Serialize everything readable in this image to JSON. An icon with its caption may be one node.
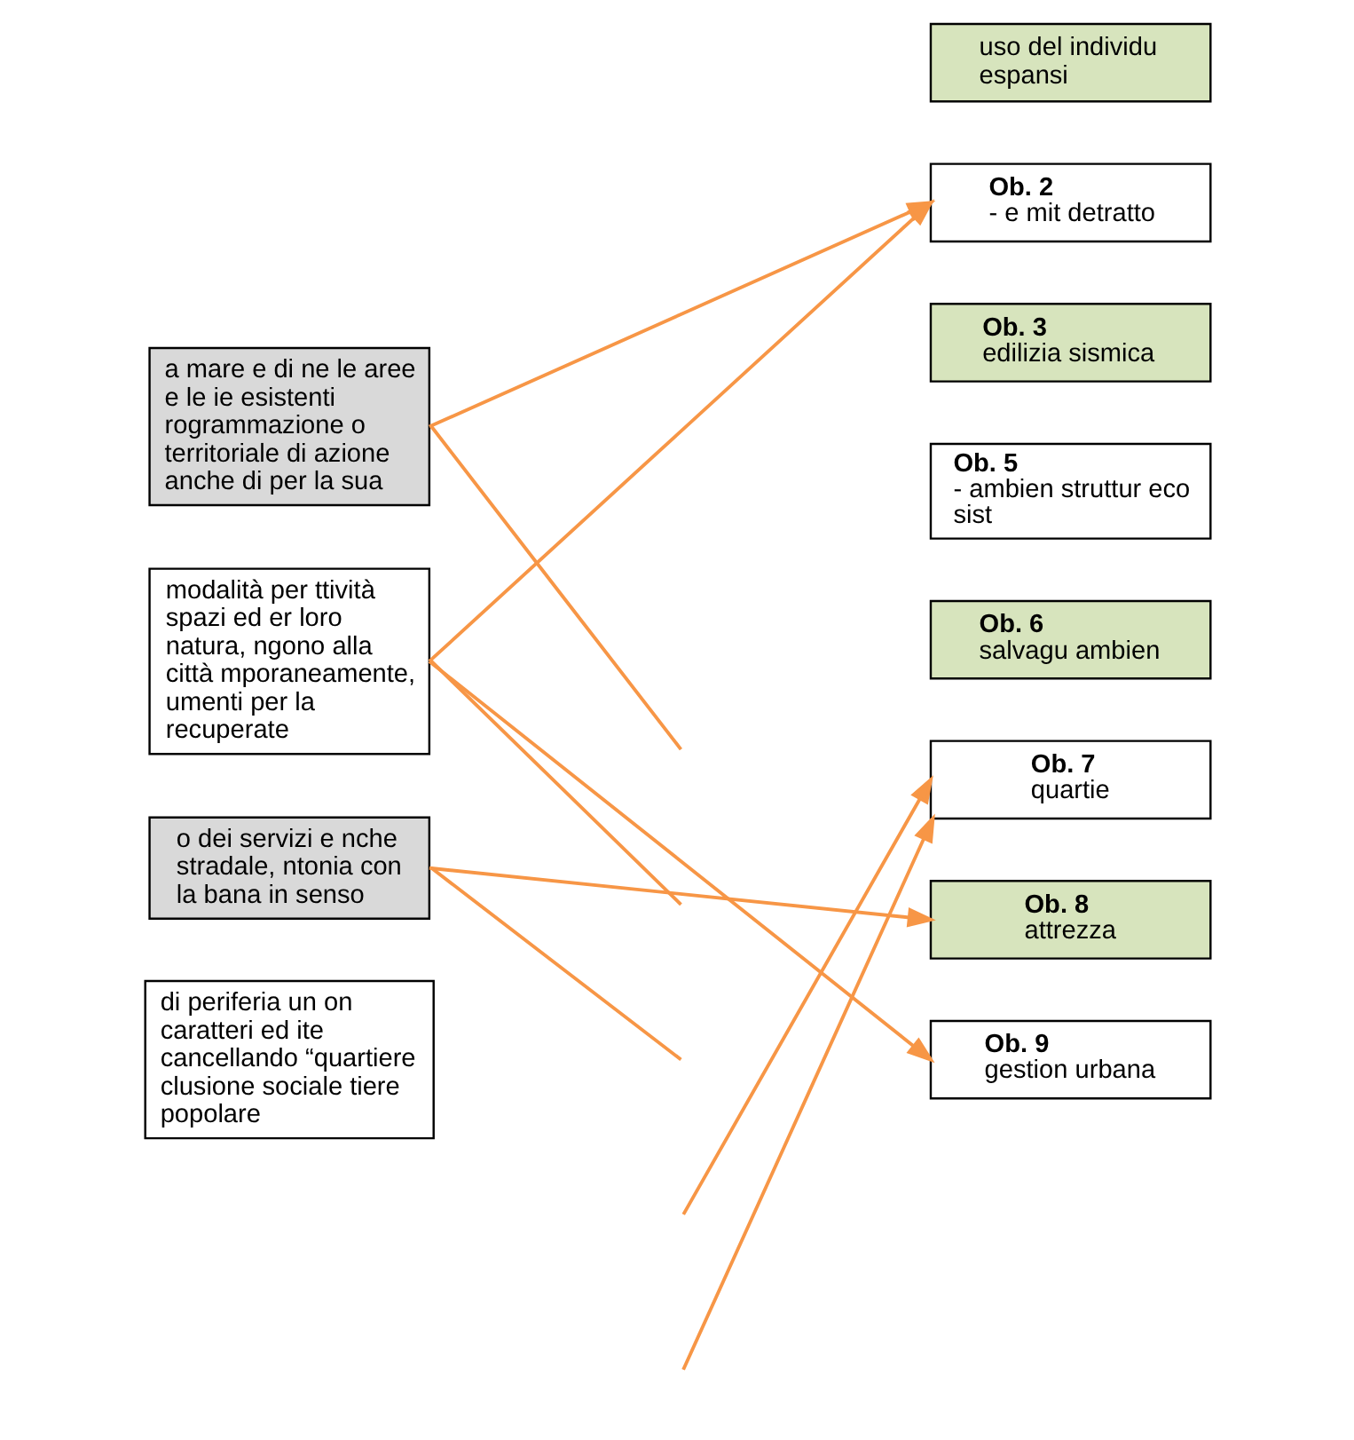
{
  "diagram": {
    "nodes": [
      {
        "text": [
          "a mare e di ne le aree e le ie esistenti rogrammazione o territoriale di azione anche di per la sua"
        ]
      },
      {
        "text": [
          "modalità per ttività spazi ed er loro natura, ngono alla città mporaneamente, umenti per la recuperate"
        ]
      },
      {
        "text": [
          "o dei servizi e nche stradale, ntonia con la bana in senso"
        ]
      },
      {
        "text": [
          "di periferia un on caratteri ed ite cancellando “quartiere clusione sociale tiere popolare"
        ]
      },
      {
        "text": [
          "uso del individu espansi"
        ]
      },
      {
        "text": [
          "Ob. 2",
          "- e mit detratto"
        ]
      },
      {
        "text": [
          "Ob. 3",
          "edilizia sismica"
        ]
      },
      {
        "text": [
          "Ob. 5",
          "- ambien struttur eco sist"
        ]
      },
      {
        "text": [
          "Ob. 6",
          "salvagu ambien"
        ]
      },
      {
        "text": [
          "Ob. 7",
          "quartie"
        ]
      },
      {
        "text": [
          "Ob. 8",
          "attrezza"
        ]
      },
      {
        "text": [
          "Ob. 9",
          "gestion urbana"
        ]
      }
    ],
    "edges": [
      {
        "from": 0,
        "to": 5,
        "arrow": "to"
      },
      {
        "from": 0,
        "to": null,
        "arrow": "none"
      },
      {
        "from": 1,
        "to": 5,
        "arrow": "to"
      },
      {
        "from": 1,
        "to": 11,
        "arrow": "to"
      },
      {
        "from": 1,
        "to": null,
        "arrow": "none"
      },
      {
        "from": 2,
        "to": 10,
        "arrow": "to"
      },
      {
        "from": 2,
        "to": null,
        "arrow": "none"
      },
      {
        "from": null,
        "to": 9,
        "arrow": "to"
      },
      {
        "from": null,
        "to": 9,
        "arrow": "to"
      }
    ]
  }
}
